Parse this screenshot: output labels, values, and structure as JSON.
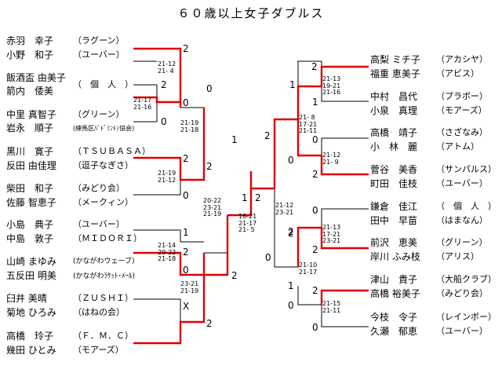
{
  "title": "６０歳以上女子ダブルス",
  "colors": {
    "win_line": "#e00000",
    "line": "#000000"
  },
  "left_pairs": [
    {
      "p1": "赤羽　幸子",
      "p2": "小野　和子",
      "club": "（ラグーン）",
      "club2": "（ユーバー）"
    },
    {
      "p1": "飯酒盃 由美子",
      "p2": "箭内　倭美",
      "club": "（　個　人　）"
    },
    {
      "p1": "中里 真智子",
      "p2": "岩永　順子",
      "club": "（グリーン）",
      "club2": "(練馬区ﾊﾞﾄﾞﾐﾝﾄﾝ協会)"
    },
    {
      "p1": "黒川　寛子",
      "p2": "反田 由佳理",
      "club": "（ＴＳＵＢＡＳＡ）",
      "club2": "（逗子なぎさ）"
    },
    {
      "p1": "柴田　和子",
      "p2": "佐藤 智恵子",
      "club": "（みどり会）",
      "club2": "（メークィン）"
    },
    {
      "p1": "小島　典子",
      "p2": "中島　敦子",
      "club": "（ユーバー）",
      "club2": "（ＭＩＤＯＲＩ）"
    },
    {
      "p1": "山崎 まゆみ",
      "p2": "五反田 明美",
      "club": "(かながわウェーブ)",
      "club2": "(かながわﾗｹｯﾄ･ﾒｰﾙ)"
    },
    {
      "p1": "臼井 美晴",
      "p2": "菊地 ひろみ",
      "club": "（ＺＵＳＨＩ）",
      "club2": "（はねの会）"
    },
    {
      "p1": "高橋　玲子",
      "p2": "幾田 ひとみ",
      "club": "（Ｆ．Ｍ．Ｃ）",
      "club2": "（モアーズ）"
    }
  ],
  "right_pairs": [
    {
      "p1": "高梨 ミチ子",
      "p2": "福重 恵美子",
      "club": "（アカシヤ）",
      "club2": "（アビス）"
    },
    {
      "p1": "中村　昌代",
      "p2": "小泉　真理",
      "club": "（プラボー）",
      "club2": "（モアーズ）"
    },
    {
      "p1": "高橋　靖子",
      "p2": "小　林　麗",
      "club": "（さざなみ）",
      "club2": "（アトム）"
    },
    {
      "p1": "菅谷　美香",
      "p2": "町田　佳枝",
      "club": "（サンパルス）",
      "club2": "（ユーバー）"
    },
    {
      "p1": "鎌倉　佳江",
      "p2": "田中　早苗",
      "club": "（　個　人　）",
      "club2": "（はまなん）"
    },
    {
      "p1": "前沢　恵美",
      "p2": "岸川 ふみ枝",
      "club": "（グリーン）",
      "club2": "（アリス）"
    },
    {
      "p1": "津山　貴子",
      "p2": "高橋 裕美子",
      "club": "（大船クラブ）",
      "club2": "（みどり会）"
    },
    {
      "p1": "今枝　令子",
      "p2": "久瀬　郁恵",
      "club": "（レインボー）",
      "club2": "（ユーバー）"
    }
  ],
  "round_scores": [
    "2",
    "0",
    "2",
    "0",
    "0",
    "1",
    "2",
    "2",
    "0",
    "1",
    "0",
    "2",
    "X",
    "2",
    "2",
    "1",
    "1",
    "2",
    "2",
    "1",
    "0",
    "0",
    "2",
    "2",
    "2",
    "0",
    "2",
    "2",
    "1",
    "0",
    "2",
    "0",
    "0"
  ],
  "game_scores": [
    "21-12\n21- 4",
    "21-17\n21-16",
    "21-19\n21-18",
    "21-19\n21-12",
    "20-22\n23-21\n21-19",
    "21-14\n20-22\n21-18",
    "23-21\n21-19",
    "18-21\n21-17\n21- 5",
    "21-12\n23-21",
    "21-13\n19-21\n21-16",
    "21- 8\n17-21\n21-11",
    "21-12\n21- 9",
    "21-13\n17-21\n23-21",
    "21-10\n21-17",
    "21-15\n21-11"
  ]
}
